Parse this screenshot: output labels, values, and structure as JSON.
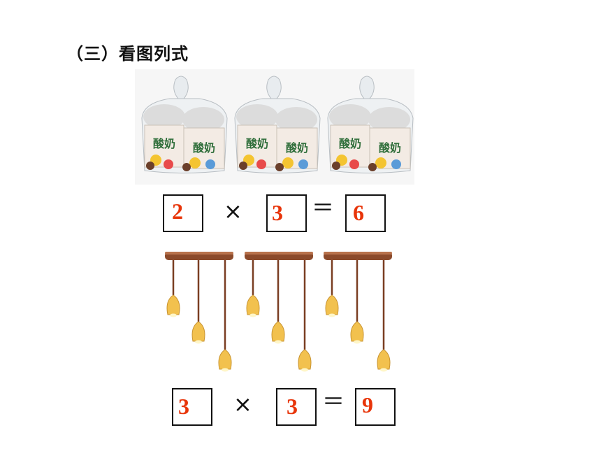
{
  "title": "（三）看图列式",
  "bag_label": "酸奶",
  "equation1": {
    "a": "2",
    "op": "×",
    "b": "3",
    "eq": "＝",
    "result": "6"
  },
  "equation2": {
    "a": "3",
    "op": "×",
    "b": "3",
    "eq": "＝",
    "result": "9"
  },
  "colors": {
    "number": "#e8350a",
    "wood": "#8b4a2b",
    "lamp": "#f2c14e"
  }
}
